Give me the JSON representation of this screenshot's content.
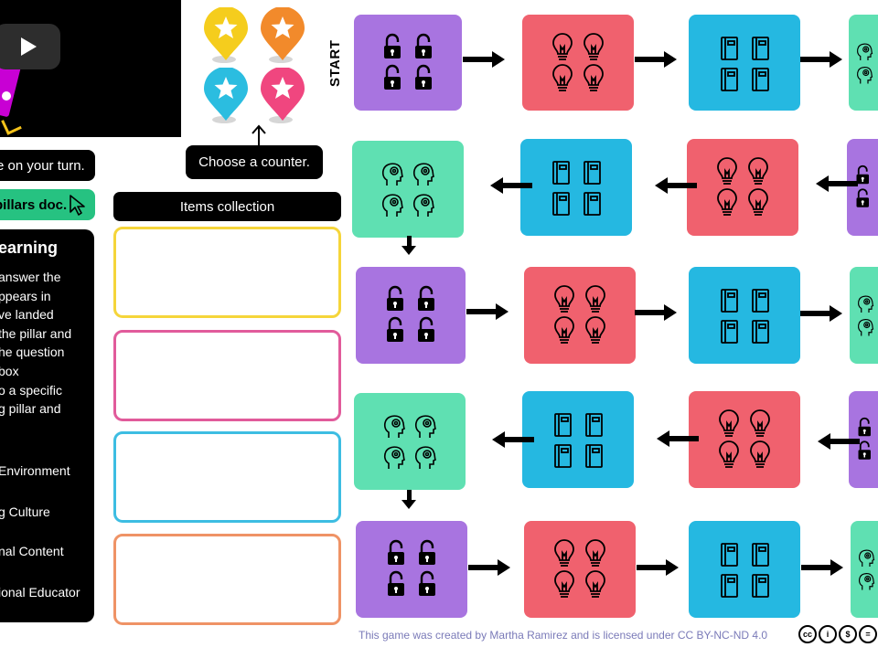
{
  "video": {
    "mascot_color": "#c800d4"
  },
  "left": {
    "turn_label": "e on your turn.",
    "pillars_link": "pillars doc."
  },
  "panel": {
    "title": "earning",
    "lines": [
      "answer the",
      "ppears in",
      "ve landed",
      "the pillar and",
      "he question",
      "box",
      "o a specific",
      "g pillar and"
    ],
    "pillars": [
      "Environment",
      "g Culture",
      "nal Content",
      "ional Educator"
    ]
  },
  "counters": {
    "label": "Choose a counter.",
    "colors": [
      "#f5cd1d",
      "#f28a2b",
      "#2bbde0",
      "#f0467f"
    ]
  },
  "items": {
    "header": "Items collection",
    "slot_colors": [
      "#f5d53a",
      "#e15b9b",
      "#3dbde2",
      "#ef9366"
    ]
  },
  "board": {
    "start_label": "START",
    "colors": {
      "lock": "#a874e0",
      "bulb": "#f0616e",
      "book": "#25b8e1",
      "head": "#5fe0b2"
    }
  },
  "footer": {
    "credit": "This game was created by Martha Ramirez and is licensed under CC BY-NC-ND 4.0",
    "cc_icons": [
      "cc-icon",
      "by-icon",
      "nc-icon",
      "nd-icon"
    ],
    "cc_glyphs": [
      "cc",
      "i",
      "$",
      "="
    ]
  }
}
